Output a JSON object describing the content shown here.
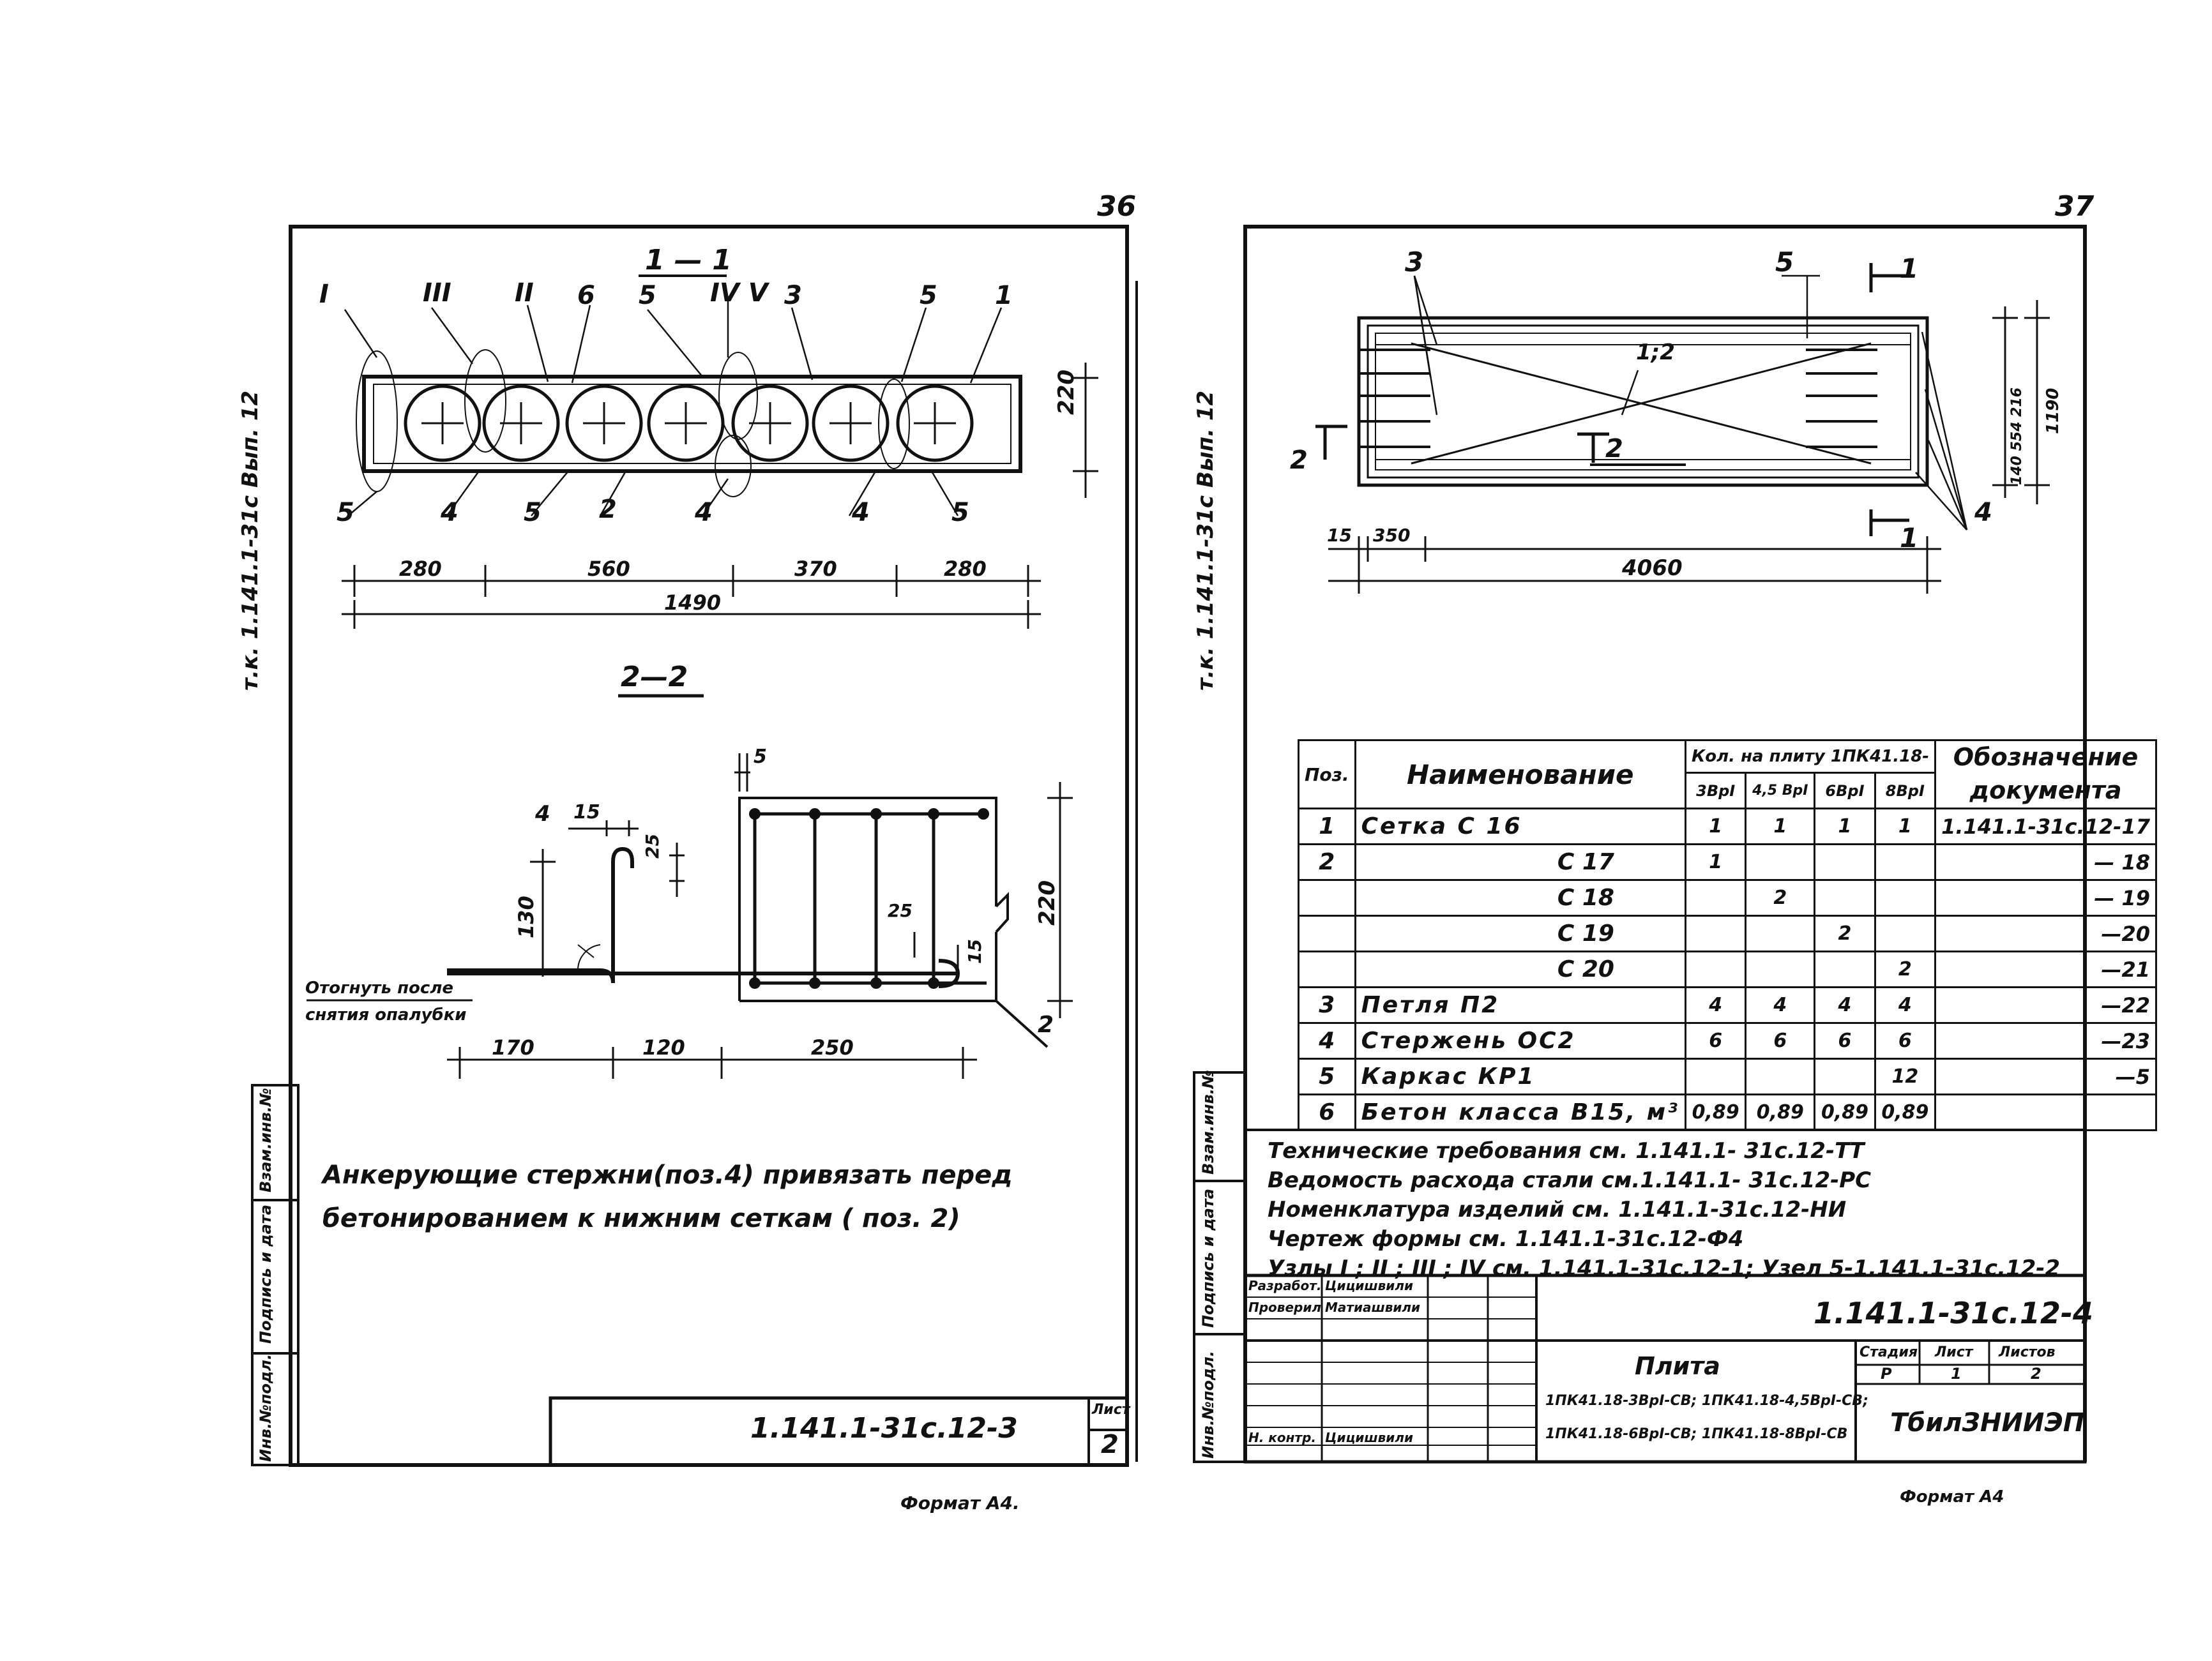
{
  "left_sheet": {
    "page_number": "36",
    "side_label": "т.к. 1.141.1-31с  Вып. 12",
    "section_1_title": "1 — 1",
    "section_2_title": "2—2",
    "node_marks": [
      "I",
      "III",
      "II",
      "6",
      "5",
      "IV V",
      "3",
      "5",
      "1"
    ],
    "bottom_marks": [
      "5",
      "4",
      "5",
      "2",
      "4",
      "4",
      "5"
    ],
    "dims_top": [
      "280",
      "560",
      "370",
      "280"
    ],
    "dim_total": "1490",
    "dim_height": "220",
    "sec2_dims": [
      "170",
      "120",
      "250"
    ],
    "sec2_marks": {
      "pos4": "4",
      "d15": "15",
      "d25": "25",
      "d130": "130",
      "d5": "5",
      "d25b": "25",
      "d15b": "15",
      "d220": "220",
      "pos2": "2"
    },
    "bend_note_1": "Отогнуть после",
    "bend_note_2": "снятия опалубки",
    "main_note_1": "Анкерующие стержни(поз.4) привязать перед",
    "main_note_2": "бетонированием к нижним сеткам ( поз. 2)",
    "stamp_code": "1.141.1-31с.12-3",
    "stamp_sheet_label": "Лист",
    "stamp_sheet_number": "2",
    "side_stamp": [
      "Инв.№подл.",
      "Подпись и дата",
      "Взам.инв.№"
    ],
    "format": "Формат А4."
  },
  "right_sheet": {
    "page_number": "37",
    "side_label": "т.к. 1.141.1-31с  Вып. 12",
    "plan_marks": {
      "m3": "3",
      "m5": "5",
      "m1a": "1",
      "m1b": "1",
      "slope": "1;2",
      "m2a": "2",
      "m2b": "2",
      "m4": "4"
    },
    "plan_dims": {
      "d15": "15",
      "d350": "350",
      "length": "4060",
      "height": "1190",
      "sub": "140 554 216"
    },
    "spec_table": {
      "h_pos": "Поз.",
      "h_name": "Наименование",
      "h_qty": "Кол. на плиту 1ПК41.18-",
      "h_qty_cols": [
        "3ВрI",
        "4,5 ВрI",
        "6ВрI",
        "8ВрI"
      ],
      "h_doc_1": "Обозначение",
      "h_doc_2": "документа",
      "rows": [
        {
          "pos": "1",
          "name": "Сетка  С 16",
          "q1": "1",
          "q2": "1",
          "q3": "1",
          "q4": "1",
          "doc": "1.141.1-31с.12-17"
        },
        {
          "pos": "2",
          "name": "С 17",
          "q1": "1",
          "q2": "",
          "q3": "",
          "q4": "",
          "doc": "— 18"
        },
        {
          "pos": "",
          "name": "С 18",
          "q1": "",
          "q2": "2",
          "q3": "",
          "q4": "",
          "doc": "— 19"
        },
        {
          "pos": "",
          "name": "С 19",
          "q1": "",
          "q2": "",
          "q3": "2",
          "q4": "",
          "doc": "—20"
        },
        {
          "pos": "",
          "name": "С 20",
          "q1": "",
          "q2": "",
          "q3": "",
          "q4": "2",
          "doc": "—21"
        },
        {
          "pos": "3",
          "name": "Петля  П2",
          "q1": "4",
          "q2": "4",
          "q3": "4",
          "q4": "4",
          "doc": "—22"
        },
        {
          "pos": "4",
          "name": "Стержень  ОС2",
          "q1": "6",
          "q2": "6",
          "q3": "6",
          "q4": "6",
          "doc": "—23"
        },
        {
          "pos": "5",
          "name": "Каркас  КР1",
          "q1": "",
          "q2": "",
          "q3": "",
          "q4": "12",
          "doc": "—5"
        },
        {
          "pos": "6",
          "name": "Бетон класса В15, м³",
          "q1": "0,89",
          "q2": "0,89",
          "q3": "0,89",
          "q4": "0,89",
          "doc": ""
        }
      ]
    },
    "refs": [
      "Технические требования см. 1.141.1- 31с.12-ТТ",
      "Ведомость расхода стали см.1.141.1- 31с.12-РС",
      "Номенклатура изделий см. 1.141.1-31с.12-НИ",
      "Чертеж формы       см.          1.141.1-31с.12-Ф4",
      "Узлы I ; II ; III ; IV    см.    1.141.1-31с.12-1; Узел 5-1.141.1-31с.12-2"
    ],
    "title_block": {
      "developed_label": "Разработ.",
      "developed_name": "Цицишвили",
      "checked_label": "Проверил",
      "checked_name": "Матиашвили",
      "nkontr_label": "Н. контр.",
      "nkontr_name": "Цицишвили",
      "code": "1.141.1-31с.12-4",
      "item_title": "Плита",
      "item_variants_1": "1ПК41.18-3ВрI-СВ; 1ПК41.18-4,5ВрI-СВ;",
      "item_variants_2": "1ПК41.18-6ВрI-СВ; 1ПК41.18-8ВрI-СВ",
      "stage_label": "Стадия",
      "sheet_label": "Лист",
      "sheets_label": "Листов",
      "stage": "Р",
      "sheet": "1",
      "sheets": "2",
      "org": "ТбилЗНИИЭП"
    },
    "side_stamp": [
      "Инв.№подл.",
      "Подпись и дата",
      "Взам.инв.№"
    ],
    "format": "Формат А4"
  }
}
